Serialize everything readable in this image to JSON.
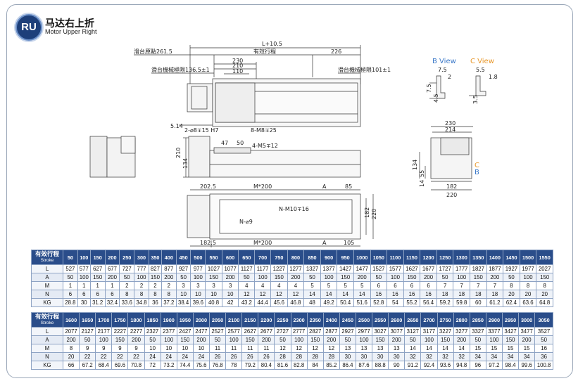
{
  "header": {
    "badge": "RU",
    "title_cn": "马达右上折",
    "title_en": "Motor Upper Right"
  },
  "dims": {
    "top": {
      "total": "L+10.5",
      "slide_origin": "滑台原點261.5",
      "stroke": "有效行程",
      "right_226": "226",
      "d230": "230",
      "d210": "210",
      "d110": "110",
      "limit_left": "滑台機械極限136.5±1",
      "limit_right": "滑台機械極限101±1",
      "d514": "5.14",
      "pin": "2-⌀8∓15 H7",
      "m8": "8-M8∓25"
    },
    "side": {
      "d47": "47",
      "d50": "50",
      "m5": "4-M5∓12",
      "d210": "210",
      "d134": "134"
    },
    "bottom": {
      "d2025": "202.5",
      "m200": "M*200",
      "a": "A",
      "d85": "85",
      "nm10": "N-M10∓16",
      "n9": "N-⌀9",
      "d182": "182",
      "d220": "220",
      "d1825": "182.5",
      "m200b": "M*200",
      "ab": "A",
      "d105": "105"
    },
    "bview": {
      "label": "B View",
      "d75": "7.5",
      "d2": "2",
      "d75v": "7.5",
      "d45": "4.5"
    },
    "cview": {
      "label": "C View",
      "d55": "5.5",
      "d18": "1.8",
      "d35": "3.5"
    },
    "end": {
      "d230": "230",
      "d214": "214",
      "d134": "134",
      "d55": "55",
      "d14": "14",
      "d182": "182",
      "d220": "220",
      "c": "C",
      "b": "B"
    }
  },
  "table1": {
    "header_cn": "有效行程",
    "header_en": "Stroke",
    "stroke": [
      "50",
      "100",
      "150",
      "200",
      "250",
      "300",
      "350",
      "400",
      "450",
      "500",
      "550",
      "600",
      "650",
      "700",
      "750",
      "800",
      "850",
      "900",
      "950",
      "1000",
      "1050",
      "1100",
      "1150",
      "1200",
      "1250",
      "1300",
      "1350",
      "1400",
      "1450",
      "1500",
      "1550"
    ],
    "rows": [
      {
        "label": "L",
        "values": [
          "527",
          "577",
          "627",
          "677",
          "727",
          "777",
          "827",
          "877",
          "927",
          "977",
          "1027",
          "1077",
          "1127",
          "1177",
          "1227",
          "1277",
          "1327",
          "1377",
          "1427",
          "1477",
          "1527",
          "1577",
          "1627",
          "1677",
          "1727",
          "1777",
          "1827",
          "1877",
          "1927",
          "1977",
          "2027"
        ]
      },
      {
        "label": "A",
        "values": [
          "50",
          "100",
          "150",
          "200",
          "50",
          "100",
          "150",
          "200",
          "50",
          "100",
          "150",
          "200",
          "50",
          "100",
          "150",
          "200",
          "50",
          "100",
          "150",
          "200",
          "50",
          "100",
          "150",
          "200",
          "50",
          "100",
          "150",
          "200",
          "50",
          "100",
          "150"
        ]
      },
      {
        "label": "M",
        "values": [
          "1",
          "1",
          "1",
          "1",
          "2",
          "2",
          "2",
          "2",
          "3",
          "3",
          "3",
          "3",
          "4",
          "4",
          "4",
          "4",
          "5",
          "5",
          "5",
          "5",
          "6",
          "6",
          "6",
          "6",
          "7",
          "7",
          "7",
          "7",
          "8",
          "8",
          "8"
        ]
      },
      {
        "label": "N",
        "values": [
          "6",
          "6",
          "6",
          "6",
          "8",
          "8",
          "8",
          "8",
          "10",
          "10",
          "10",
          "10",
          "12",
          "12",
          "12",
          "12",
          "14",
          "14",
          "14",
          "14",
          "16",
          "16",
          "16",
          "16",
          "18",
          "18",
          "18",
          "18",
          "20",
          "20",
          "20"
        ]
      },
      {
        "label": "KG",
        "values": [
          "28.8",
          "30",
          "31.2",
          "32.4",
          "33.6",
          "34.8",
          "36",
          "37.2",
          "38.4",
          "39.6",
          "40.8",
          "42",
          "43.2",
          "44.4",
          "45.6",
          "46.8",
          "48",
          "49.2",
          "50.4",
          "51.6",
          "52.8",
          "54",
          "55.2",
          "56.4",
          "59.2",
          "59.8",
          "60",
          "61.2",
          "62.4",
          "63.6",
          "64.8"
        ]
      }
    ]
  },
  "table2": {
    "header_cn": "有效行程",
    "header_en": "Stroke",
    "stroke": [
      "1600",
      "1650",
      "1700",
      "1750",
      "1800",
      "1850",
      "1900",
      "1950",
      "2000",
      "2050",
      "2100",
      "2150",
      "2200",
      "2250",
      "2300",
      "2350",
      "2400",
      "2450",
      "2500",
      "2550",
      "2600",
      "2650",
      "2700",
      "2750",
      "2800",
      "2850",
      "2900",
      "2950",
      "3000",
      "3050"
    ],
    "rows": [
      {
        "label": "L",
        "values": [
          "2077",
          "2127",
          "2177",
          "2227",
          "2277",
          "2327",
          "2377",
          "2427",
          "2477",
          "2527",
          "2577",
          "2627",
          "2677",
          "2727",
          "2777",
          "2827",
          "2877",
          "2927",
          "2977",
          "3027",
          "3077",
          "3127",
          "3177",
          "3227",
          "3277",
          "3327",
          "3377",
          "3427",
          "3477",
          "3527"
        ]
      },
      {
        "label": "A",
        "values": [
          "200",
          "50",
          "100",
          "150",
          "200",
          "50",
          "100",
          "150",
          "200",
          "50",
          "100",
          "150",
          "200",
          "50",
          "100",
          "150",
          "200",
          "50",
          "100",
          "150",
          "200",
          "50",
          "100",
          "150",
          "200",
          "50",
          "100",
          "150",
          "200",
          "50"
        ]
      },
      {
        "label": "M",
        "values": [
          "8",
          "9",
          "9",
          "9",
          "9",
          "10",
          "10",
          "10",
          "10",
          "11",
          "11",
          "11",
          "11",
          "12",
          "12",
          "12",
          "12",
          "13",
          "13",
          "13",
          "13",
          "14",
          "14",
          "14",
          "14",
          "15",
          "15",
          "15",
          "15",
          "16"
        ]
      },
      {
        "label": "N",
        "values": [
          "20",
          "22",
          "22",
          "22",
          "22",
          "24",
          "24",
          "24",
          "24",
          "26",
          "26",
          "26",
          "26",
          "28",
          "28",
          "28",
          "28",
          "30",
          "30",
          "30",
          "30",
          "32",
          "32",
          "32",
          "32",
          "34",
          "34",
          "34",
          "34",
          "36"
        ]
      },
      {
        "label": "KG",
        "values": [
          "66",
          "67.2",
          "68.4",
          "69.6",
          "70.8",
          "72",
          "73.2",
          "74.4",
          "75.6",
          "76.8",
          "78",
          "79.2",
          "80.4",
          "81.6",
          "82.8",
          "84",
          "85.2",
          "86.4",
          "87.6",
          "88.8",
          "90",
          "91.2",
          "92.4",
          "93.6",
          "94.8",
          "96",
          "97.2",
          "98.4",
          "99.6",
          "100.8"
        ]
      }
    ]
  },
  "colors": {
    "header_bg": "#2a4d8a",
    "badge": "#1d3f7a",
    "bview": "#3a78c8",
    "cview": "#e8972a"
  }
}
